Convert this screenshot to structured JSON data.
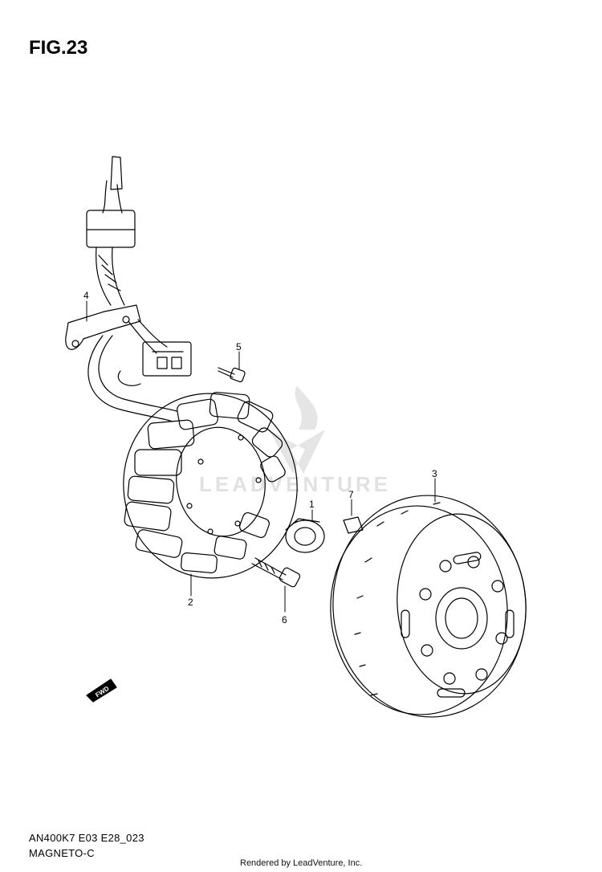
{
  "figure": {
    "title": "FIG.23"
  },
  "callouts": [
    {
      "id": "1",
      "label": "1"
    },
    {
      "id": "2",
      "label": "2"
    },
    {
      "id": "3",
      "label": "3"
    },
    {
      "id": "4",
      "label": "4"
    },
    {
      "id": "5",
      "label": "5"
    },
    {
      "id": "6",
      "label": "6"
    },
    {
      "id": "7",
      "label": "7"
    }
  ],
  "direction_marker": {
    "label": "FWD",
    "icon": "fwd-arrow-icon"
  },
  "watermark": {
    "text": "LEADVENTURE",
    "icon": "leadventure-logo-icon"
  },
  "footer": {
    "model_code": "AN400K7 E03 E28_023",
    "section_name": "MAGNETO-C",
    "credit": "Rendered by LeadVenture, Inc."
  },
  "colors": {
    "line": "#000000",
    "background": "#ffffff",
    "watermark": "#c9c9c9"
  }
}
